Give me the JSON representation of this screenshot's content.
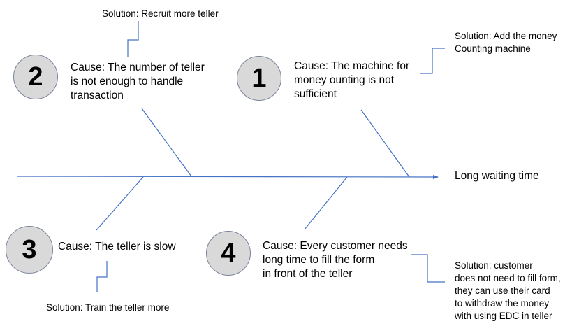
{
  "effect": {
    "label": "Long waiting time"
  },
  "causes": [
    {
      "number": "1",
      "cause": "Cause: The machine for\nmoney ounting is not\nsufficient",
      "solution": "Solution: Add the money\nCounting machine"
    },
    {
      "number": "2",
      "cause": "Cause: The number of teller\nis not enough to handle\ntransaction",
      "solution": "Solution: Recruit more teller"
    },
    {
      "number": "3",
      "cause": "Cause: The teller is slow",
      "solution": "Solution: Train the teller more"
    },
    {
      "number": "4",
      "cause": "Cause: Every customer needs\nlong time to fill the form\nin front of the teller",
      "solution": "Solution: customer\ndoes not need to fill form,\nthey can use their card\nto withdraw the money\nwith using EDC in teller"
    }
  ],
  "colors": {
    "line": "#4472c4",
    "badge_fill": "#d9d9d9",
    "badge_border": "#7a8499"
  }
}
